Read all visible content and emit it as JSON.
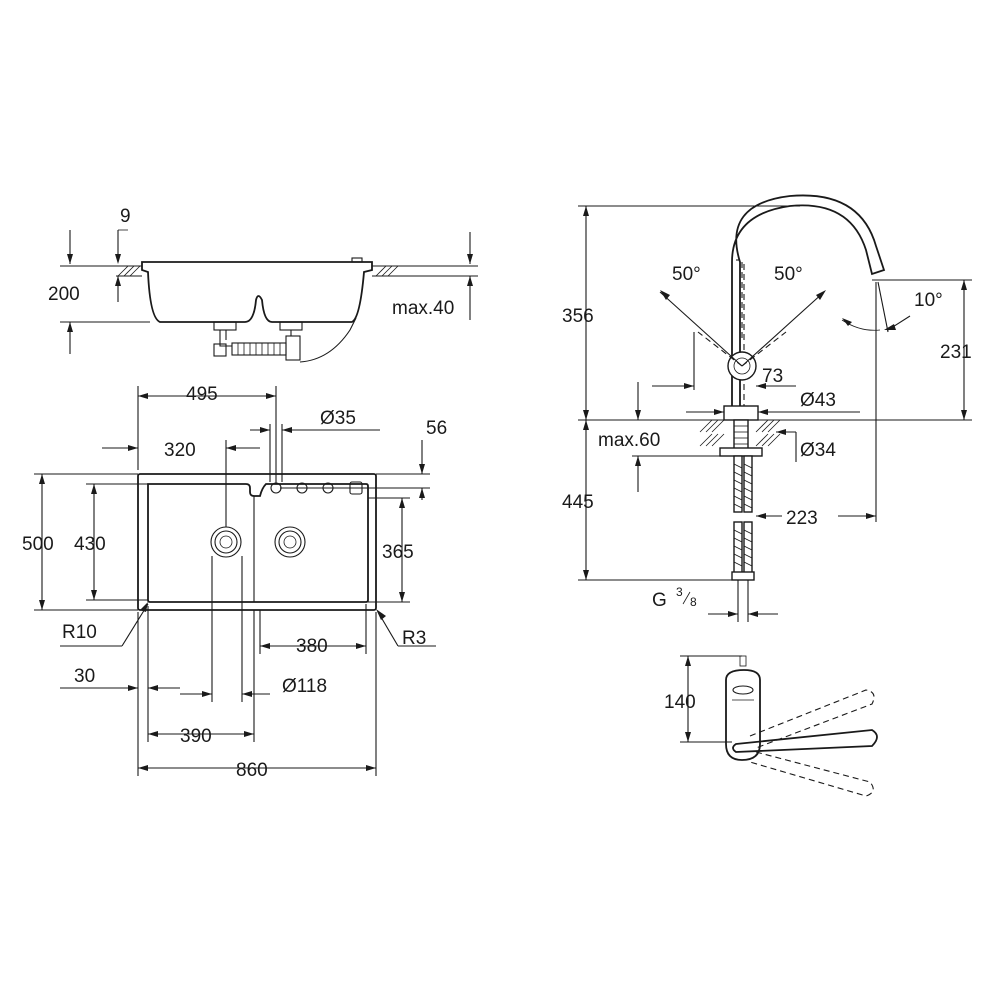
{
  "sink_dims": {
    "rim_thickness": "9",
    "depth": "200",
    "worktop_max": "max.40",
    "offset_tap": "495",
    "tap_hole": "Ø35",
    "back_margin": "56",
    "bowl_offset": "320",
    "depth_total": "500",
    "bowl_depth_left": "430",
    "bowl_depth_right": "365",
    "corner_radius_outer": "R10",
    "corner_radius_inner": "R3",
    "bowl_width_right": "380",
    "edge_offset": "30",
    "drain_diameter": "Ø118",
    "bowl_width_left": "390",
    "width_total": "860"
  },
  "tap_dims": {
    "swivel_left": "50°",
    "swivel_right": "50°",
    "spout_angle": "10°",
    "total_height": "356",
    "spout_height": "231",
    "body_diameter": "73",
    "base_diameter": "Ø43",
    "deck_max": "max.60",
    "hole_diameter": "Ø34",
    "hose_length": "445",
    "spout_reach": "223",
    "connection": "G",
    "connection_num": "3",
    "connection_den": "8",
    "lever_length": "140"
  }
}
